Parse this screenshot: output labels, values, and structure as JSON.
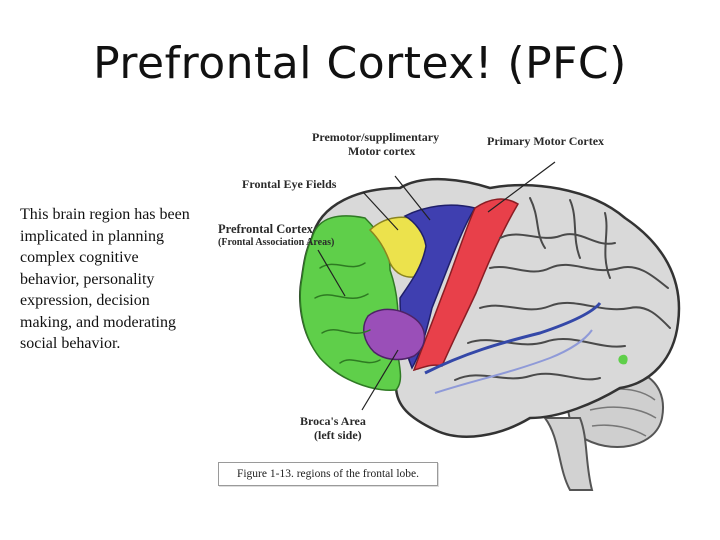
{
  "slide": {
    "title": "Prefrontal Cortex! (PFC)",
    "body": "This brain region has been implicated in planning complex cognitive behavior, personality expression, decision making, and moderating social behavior."
  },
  "figure": {
    "labels": {
      "premotor_line1": "Premotor/supplimentary",
      "premotor_line2": "Motor cortex",
      "primary_motor": "Primary Motor Cortex",
      "frontal_eye": "Frontal Eye Fields",
      "prefrontal": "Prefrontal Cortex",
      "prefrontal_sub": "(Frontal Association Areas)",
      "broca_line1": "Broca's Area",
      "broca_line2": "(left side)"
    },
    "caption": "Figure 1-13.  regions of the frontal lobe.",
    "region_colors": {
      "prefrontal": "#5fcf4a",
      "frontal_eye_fields": "#e8e24a",
      "premotor": "#3f3fb0",
      "primary_motor": "#e8404a",
      "broca": "#9a4fb8",
      "rest_of_cortex": "#d9d9d9"
    }
  }
}
